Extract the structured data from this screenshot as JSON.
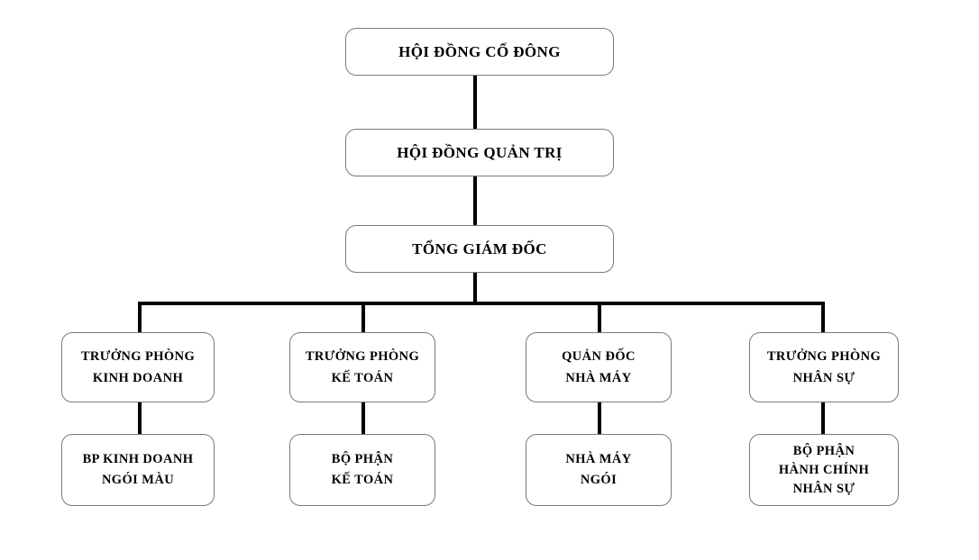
{
  "chart_data": {
    "type": "diagram",
    "diagram_kind": "organizational-chart",
    "title": "",
    "language": "vi",
    "levels": 5,
    "nodes": [
      {
        "id": "n1",
        "level": 1,
        "lines": [
          "HỘI ĐỒNG CỔ ĐÔNG"
        ],
        "parent": null
      },
      {
        "id": "n2",
        "level": 2,
        "lines": [
          "HỘI ĐỒNG QUẢN TRỊ"
        ],
        "parent": "n1"
      },
      {
        "id": "n3",
        "level": 3,
        "lines": [
          "TỔNG GIÁM ĐỐC"
        ],
        "parent": "n2"
      },
      {
        "id": "n4",
        "level": 4,
        "lines": [
          "TRƯỞNG PHÒNG",
          "KINH DOANH"
        ],
        "parent": "n3"
      },
      {
        "id": "n5",
        "level": 4,
        "lines": [
          "TRƯỞNG PHÒNG",
          "KẾ TOÁN"
        ],
        "parent": "n3"
      },
      {
        "id": "n6",
        "level": 4,
        "lines": [
          "QUẢN ĐỐC",
          "NHÀ MÁY"
        ],
        "parent": "n3"
      },
      {
        "id": "n7",
        "level": 4,
        "lines": [
          "TRƯỞNG PHÒNG",
          "NHÂN SỰ"
        ],
        "parent": "n3"
      },
      {
        "id": "n8",
        "level": 5,
        "lines": [
          "BP KINH DOANH",
          "NGÓI MÀU"
        ],
        "parent": "n4"
      },
      {
        "id": "n9",
        "level": 5,
        "lines": [
          "BỘ PHẬN",
          "KẾ TOÁN"
        ],
        "parent": "n5"
      },
      {
        "id": "n10",
        "level": 5,
        "lines": [
          "NHÀ MÁY",
          "NGÓI"
        ],
        "parent": "n6"
      },
      {
        "id": "n11",
        "level": 5,
        "lines": [
          "BỘ PHẬN",
          "HÀNH CHÍNH",
          "NHÂN SỰ"
        ],
        "parent": "n7"
      }
    ],
    "edges": [
      {
        "from": "n1",
        "to": "n2"
      },
      {
        "from": "n2",
        "to": "n3"
      },
      {
        "from": "n3",
        "to": "n4"
      },
      {
        "from": "n3",
        "to": "n5"
      },
      {
        "from": "n3",
        "to": "n6"
      },
      {
        "from": "n3",
        "to": "n7"
      },
      {
        "from": "n4",
        "to": "n8"
      },
      {
        "from": "n5",
        "to": "n9"
      },
      {
        "from": "n6",
        "to": "n10"
      },
      {
        "from": "n7",
        "to": "n11"
      }
    ],
    "colors": {
      "background": "#ffffff",
      "box_border": "#7a7a7a",
      "connector": "#000000",
      "text": "#000000"
    }
  },
  "boxes": {
    "shareholders_meeting": {
      "line1": "HỘI ĐỒNG CỔ ĐÔNG"
    },
    "board_of_directors": {
      "line1": "HỘI ĐỒNG QUẢN TRỊ"
    },
    "general_director": {
      "line1": "TỔNG GIÁM ĐỐC"
    },
    "sales_manager": {
      "line1": "TRƯỞNG PHÒNG",
      "line2": "KINH DOANH"
    },
    "accounting_manager": {
      "line1": "TRƯỞNG PHÒNG",
      "line2": "KẾ TOÁN"
    },
    "factory_supervisor": {
      "line1": "QUẢN ĐỐC",
      "line2": "NHÀ MÁY"
    },
    "hr_manager": {
      "line1": "TRƯỞNG PHÒNG",
      "line2": "NHÂN SỰ"
    },
    "sales_dept": {
      "line1": "BP KINH DOANH",
      "line2": "NGÓI MÀU"
    },
    "accounting_dept": {
      "line1": "BỘ PHẬN",
      "line2": "KẾ TOÁN"
    },
    "tile_factory": {
      "line1": "NHÀ MÁY",
      "line2": "NGÓI"
    },
    "admin_hr_dept": {
      "line1": "BỘ PHẬN",
      "line2": "HÀNH CHÍNH",
      "line3": "NHÂN SỰ"
    }
  }
}
